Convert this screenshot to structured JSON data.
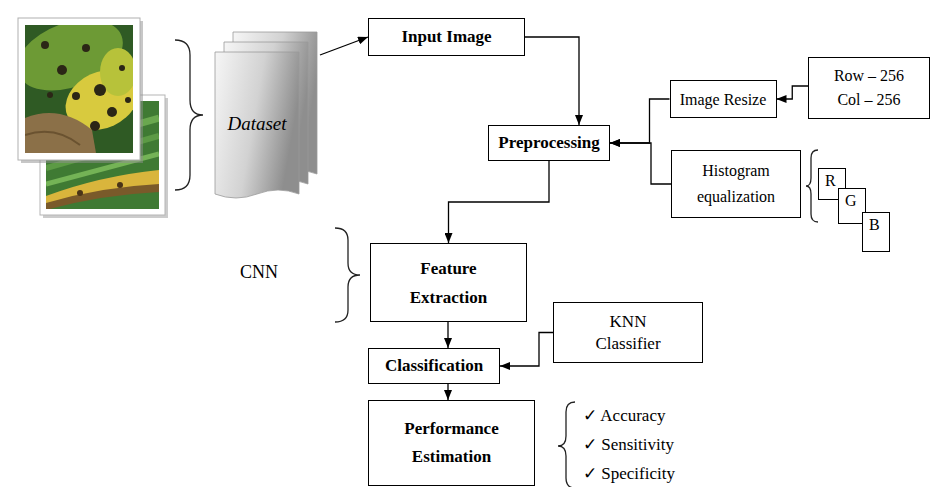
{
  "diagram": {
    "nodes": [
      {
        "text": [
          "Dataset"
        ]
      },
      {
        "text": [
          "Input Image"
        ]
      },
      {
        "text": [
          "Preprocessing"
        ]
      },
      {
        "text": [
          "Image Resize"
        ]
      },
      {
        "text": [
          "Row – 256 Col – 256"
        ]
      },
      {
        "text": [
          "Histogram equalization"
        ]
      },
      {
        "text": [
          "R"
        ]
      },
      {
        "text": [
          "G"
        ]
      },
      {
        "text": [
          "B"
        ]
      },
      {
        "text": [
          "Feature Extraction"
        ]
      },
      {
        "text": [
          "Classification"
        ]
      },
      {
        "text": [
          "KNN Classifier"
        ]
      },
      {
        "text": [
          "Performance Estimation"
        ]
      }
    ],
    "edges": [
      {
        "from": 0,
        "to": 1,
        "arrow": "to"
      },
      {
        "from": 1,
        "to": 2,
        "arrow": "to"
      },
      {
        "from": 4,
        "to": 3,
        "arrow": "to"
      },
      {
        "from": 3,
        "to": 2,
        "arrow": "to"
      },
      {
        "from": 5,
        "to": 2,
        "arrow": "to"
      },
      {
        "from": 2,
        "to": 9,
        "arrow": "to"
      },
      {
        "from": 9,
        "to": 10,
        "arrow": "to"
      },
      {
        "from": 11,
        "to": 10,
        "arrow": "to"
      },
      {
        "from": 10,
        "to": 12,
        "arrow": "to"
      }
    ],
    "labels": [
      "CNN",
      "✓ Accuracy",
      "✓ Sensitivity",
      "✓ Specificity"
    ]
  }
}
